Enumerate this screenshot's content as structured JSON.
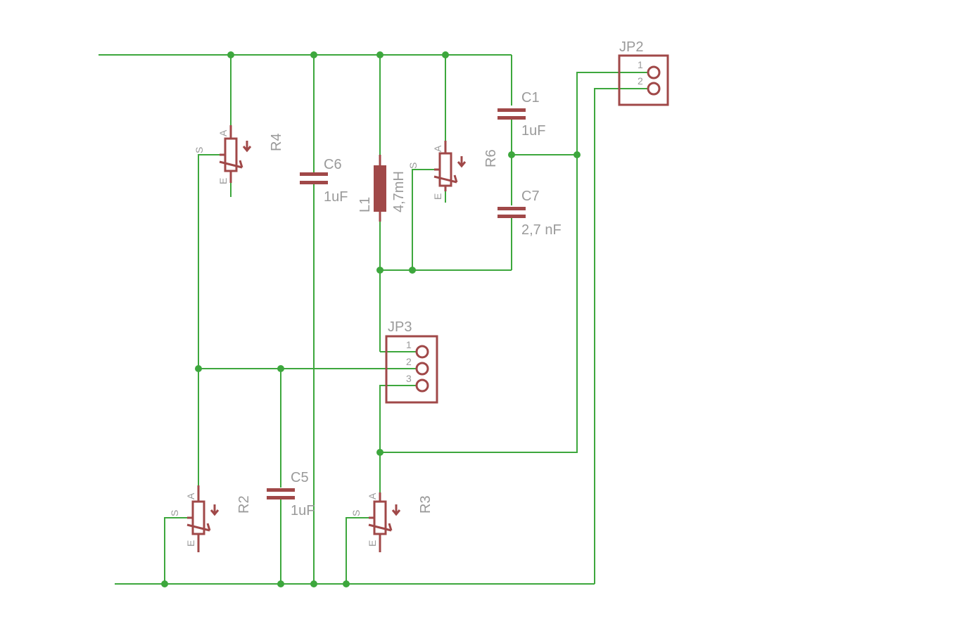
{
  "components": {
    "r4": {
      "ref": "R4"
    },
    "r6": {
      "ref": "R6"
    },
    "r2": {
      "ref": "R2"
    },
    "r3": {
      "ref": "R3"
    },
    "c6": {
      "ref": "C6",
      "value": "1uF"
    },
    "c1": {
      "ref": "C1",
      "value": "1uF"
    },
    "c7": {
      "ref": "C7",
      "value": "2,7 nF"
    },
    "c5": {
      "ref": "C5",
      "value": "1uF"
    },
    "l1": {
      "ref": "L1",
      "value": "4,7mH"
    },
    "jp2": {
      "ref": "JP2",
      "pins": [
        "1",
        "2"
      ]
    },
    "jp3": {
      "ref": "JP3",
      "pins": [
        "1",
        "2",
        "3"
      ]
    }
  },
  "trimpot_pins": {
    "a": "A",
    "s": "S",
    "e": "E"
  },
  "colors": {
    "wire": "#3da73d",
    "part": "#a04848",
    "text": "#9a9a9a"
  }
}
